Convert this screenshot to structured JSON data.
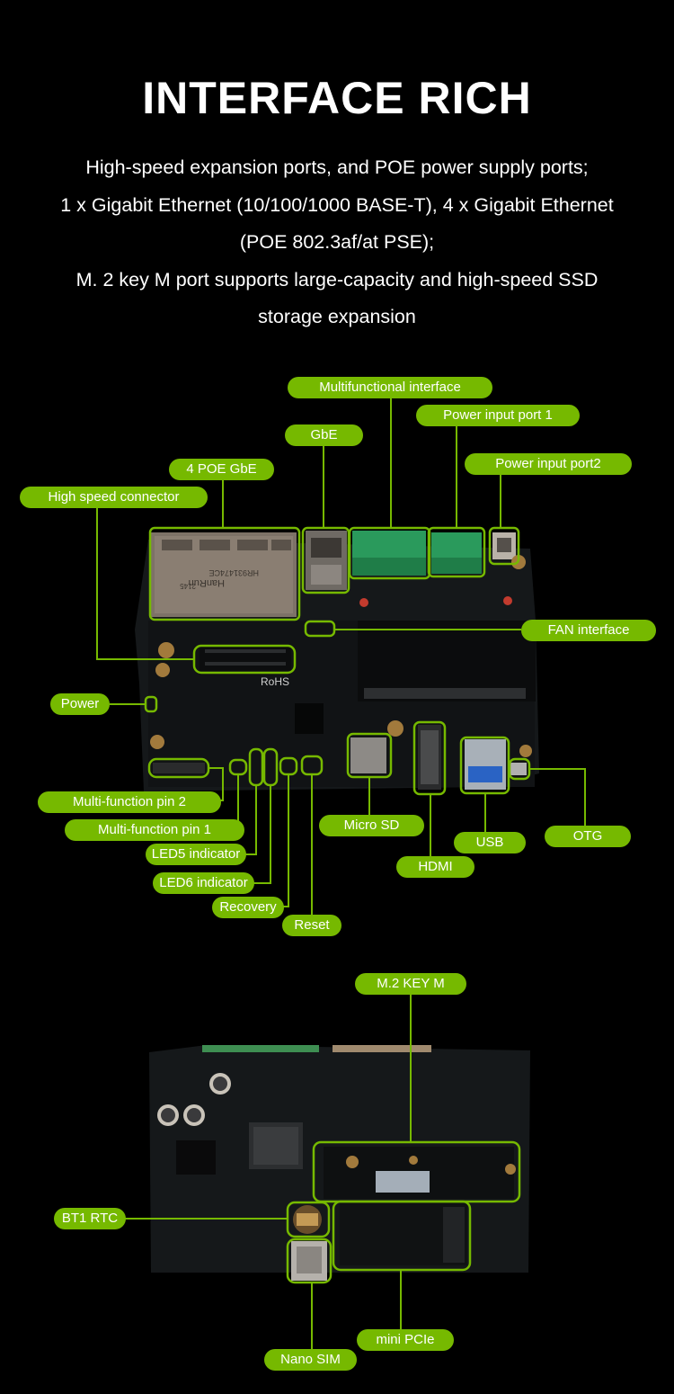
{
  "header": {
    "title": "INTERFACE RICH",
    "description": [
      "High-speed expansion ports, and POE power supply ports;",
      "1 x Gigabit Ethernet (10/100/1000 BASE-T), 4 x Gigabit Ethernet",
      "(POE 802.3af/at PSE);",
      "M. 2 key M port supports large-capacity and high-speed SSD",
      "storage expansion"
    ]
  },
  "colors": {
    "accent": "#76b900",
    "background": "#000000",
    "board": "#141618"
  },
  "top_labels": {
    "multifunctional_interface": "Multifunctional interface",
    "power_input_port1": "Power input port 1",
    "gbe": "GbE",
    "power_input_port2": "Power input port2",
    "poe_gbe": "4 POE GbE",
    "high_speed_connector": "High speed connector",
    "fan_interface": "FAN interface",
    "power": "Power",
    "multi_function_pin2": "Multi-function pin 2",
    "multi_function_pin1": "Multi-function pin 1",
    "micro_sd": "Micro SD",
    "usb": "USB",
    "otg": "OTG",
    "led5": "LED5 indicator",
    "hdmi": "HDMI",
    "led6": "LED6 indicator",
    "recovery": "Recovery",
    "reset": "Reset"
  },
  "board_text": {
    "hanrun": "HanRun",
    "part_no": "HR931474CE",
    "date_code": "2145",
    "rohs": "RoHS"
  },
  "bottom_labels": {
    "m2_key_m": "M.2 KEY M",
    "bt1_rtc": "BT1  RTC",
    "mini_pcie": "mini PCIe",
    "nano_sim": "Nano SIM"
  }
}
